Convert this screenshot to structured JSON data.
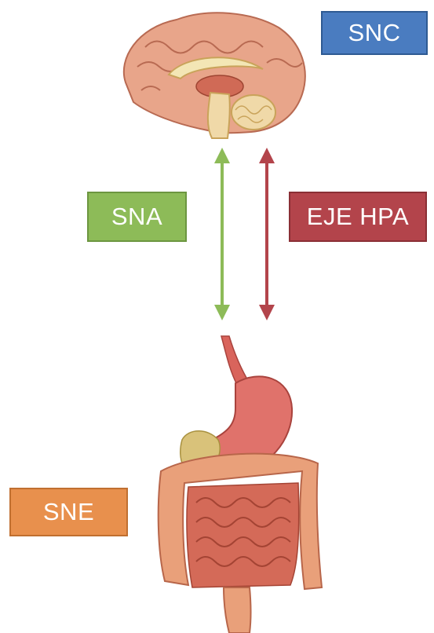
{
  "labels": {
    "snc": "SNC",
    "sna": "SNA",
    "eje_hpa": "EJE HPA",
    "sne": "SNE"
  },
  "icons": {
    "brain": "brain-icon",
    "digestive": "digestive-system-icon"
  },
  "colors": {
    "snc_fill": "#4a7cc0",
    "snc_border": "#2e5a92",
    "sna_fill": "#8dbb58",
    "sna_border": "#6c9640",
    "eje_fill": "#b3444b",
    "eje_border": "#8a2f35",
    "sne_fill": "#e8904d",
    "sne_border": "#c06f30",
    "green_arrow": "#8dbb58",
    "red_arrow": "#b3444b"
  }
}
